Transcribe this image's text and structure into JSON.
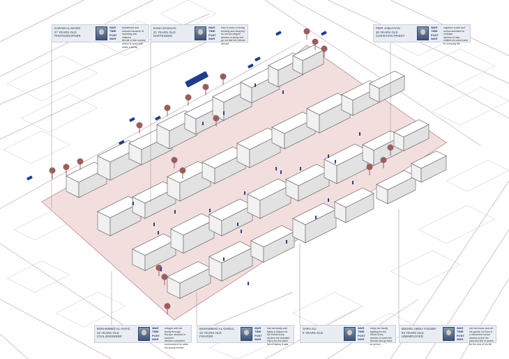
{
  "colors": {
    "street_lines": "#c9a6ab",
    "context_buildings": "#d9d9dc",
    "ground": "#f3dede",
    "building_fill": "#ffffff",
    "building_edge": "#707070",
    "people": "#27408b",
    "palms": "#9c5d5d",
    "cars": "#1e3d8f",
    "card_bg": "#e9edf3"
  },
  "icons": [
    "palm-tree-icon",
    "car-icon",
    "bus-icon",
    "person-icon",
    "portrait-photo-icon"
  ],
  "profiles": [
    {
      "id": "karam",
      "name": "KARAM AL MASRI",
      "age": "27 YEARS OLD",
      "job": "PHOTOGRAPHER",
      "war_label": "WAR TIME",
      "post_label": "POST WAR",
      "war_text": "threatened and tortured because of reporting war violence",
      "post_text": "devote a free country where to work and make a family"
    },
    {
      "id": "dana",
      "name": "DANA DAGGAG",
      "age": "21 YEARS OLD",
      "job": "BARTENDER",
      "war_label": "WAR TIME",
      "post_label": "POST WAR",
      "war_text": "tries to keep on living working and studying for her art degree",
      "post_text": "desires to study and go out like her friends abroad"
    },
    {
      "id": "pier",
      "name": "PIER JABLOYAN",
      "age": "30 YEARS OLD",
      "job": "CHRISTIAN PRIEST",
      "war_label": "WAR TIME",
      "post_label": "POST WAR",
      "war_text": "organize social and school activities for christian",
      "post_text": "desires to help children to come back to everyday life"
    },
    {
      "id": "mohammed",
      "name": "MOHAMMED AL HAFIZ",
      "age": "32 YEARS OLD",
      "job": "CIVIL ENGINEER",
      "war_label": "WAR TIME",
      "post_label": "POST WAR",
      "war_text": "refugee with his family through Europe, stucked in Idomeni",
      "post_text": "desires a peaceful environment for raise his young brother"
    },
    {
      "id": "muhammad",
      "name": "MUHAMMAD AL GHOUL",
      "age": "42 YEARS OLD",
      "job": "FIGHTER",
      "war_label": "WAR TIME",
      "post_label": "POST WAR",
      "war_text": "lost his family and fights in Aleppo for the Rebel Army",
      "post_text": "desires the beautiful city to be the place full of history it was"
    },
    {
      "id": "sara",
      "name": "SARA ALI",
      "age": "5 YEARS OLD",
      "job": "",
      "war_label": "WAR TIME",
      "post_label": "POST WAR",
      "war_text": "helps her family fighting for the Rebel Army",
      "post_text": "desires to meet her friends and go back to school"
    },
    {
      "id": "michel",
      "name": "MICHEL ABOU YOUSEF",
      "age": "53 YEARS OLD",
      "job": "UNEMPLOYED",
      "war_label": "WAR TIME",
      "post_label": "POST WAR",
      "war_text": "lost his house and all his goods, he lives in a retirement house",
      "post_text": "desires to live the past and live in peace for the rest of his life"
    }
  ]
}
